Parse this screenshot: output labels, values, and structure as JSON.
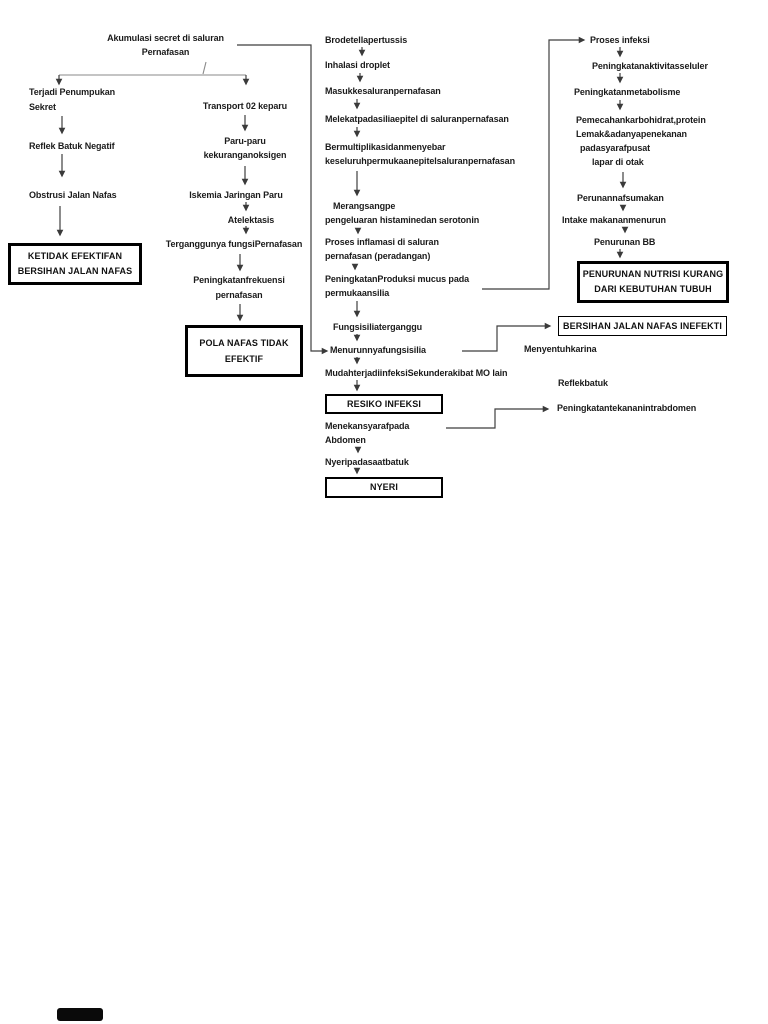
{
  "page": {
    "background": "#ffffff",
    "text_color": "#1b1b1b",
    "line_color": "#3f3f3f",
    "box_border_color": "#000000"
  },
  "nodes": {
    "akumulasi_sekret": {
      "lines": [
        "Akumulasi secret di saluran",
        "Pernafasan"
      ]
    },
    "terjadi_penumpukan": {
      "lines": [
        "Terjadi Penumpukan",
        "Sekret"
      ]
    },
    "reflek_batuk_negatif": {
      "text": "Reflek Batuk Negatif"
    },
    "obstruksi_jalan_nafas": {
      "text": "Obstrusi Jalan Nafas"
    },
    "ketidakefektifan_bersihan": {
      "lines": [
        "KETIDAK EFEKTIFAN",
        "BERSIHAN JALAN NAFAS"
      ]
    },
    "transport_o2": {
      "text": "Transport 02 keparu"
    },
    "paru_kekurangan_oksigen": {
      "lines": [
        "Paru-paru",
        "kekuranganoksigen"
      ]
    },
    "iskemia_jaringan_paru": {
      "text": "Iskemia Jaringan Paru"
    },
    "atelektasis": {
      "text": "Atelektasis"
    },
    "terganggunya_fungsi": {
      "text": "Terganggunya fungsiPernafasan"
    },
    "peningkatan_frekuensi": {
      "lines": [
        "Peningkatanfrekuensi",
        "pernafasan"
      ]
    },
    "pola_nafas_tidak_efektif": {
      "lines": [
        "POLA NAFAS TIDAK",
        "EFEKTIF"
      ]
    },
    "bordetella_pertussis": {
      "text": "Brodetellapertussis"
    },
    "inhalasi_droplet": {
      "text": "Inhalasi droplet"
    },
    "masuk_saluran": {
      "text": "Masukkesaluranpernafasan"
    },
    "melekat_silia": {
      "text": "Melekatpadasiliaepitel di saluranpernafasan"
    },
    "bermultiplikasi": {
      "lines": [
        "Bermultiplikasidanmenyebar",
        "keseluruhpermukaanepitelsaluranpernafasan"
      ]
    },
    "merangsang_pengeluaran": {
      "lines": [
        "Merangsangpe",
        "pengeluaran histaminedan serotonin"
      ]
    },
    "proses_inflamasi": {
      "lines": [
        "Proses inflamasi di saluran",
        "pernafasan (peradangan)"
      ]
    },
    "peningkatan_mucus": {
      "lines": [
        "PeningkatanProduksi mucus pada",
        "permukaansilia"
      ]
    },
    "fungsi_silia_terganggu": {
      "text": "Fungsisiliaterganggu"
    },
    "menurun_fungsi_silia": {
      "text": "Menurunnyafungsisilia"
    },
    "mudah_infeksi_sekunder": {
      "text": "MudahterjadiinfeksiSekunderakibat MO lain"
    },
    "resiko_infeksi": {
      "text": "RESIKO INFEKSI"
    },
    "menekan_syaraf_abdomen": {
      "lines": [
        "Menekansyarafpada",
        "Abdomen"
      ]
    },
    "nyeri_saat_batuk": {
      "text": "Nyeripadasaatbatuk"
    },
    "nyeri": {
      "text": "NYERI"
    },
    "proses_infeksi": {
      "text": "Proses infeksi"
    },
    "peningkatan_aktivitas_seluler": {
      "text": "Peningkatanaktivitasseluler"
    },
    "peningkatan_metabolisme": {
      "text": "Peningkatanmetabolisme"
    },
    "pemecahan_karbohidrat": {
      "lines": [
        "Pemecahankarbohidrat,protein",
        "Lemak&adanyapenekanan",
        "padasyarafpusat",
        "lapar di otak"
      ]
    },
    "penurunan_nafsu_makan": {
      "text": "Perunannafsumakan"
    },
    "intake_makanan_menurun": {
      "text": "Intake makananmenurun"
    },
    "penurunan_bb": {
      "text": "Penurunan BB"
    },
    "penurunan_nutrisi": {
      "lines": [
        "PENURUNAN NUTRISI KURANG",
        "DARI KEBUTUHAN TUBUH"
      ]
    },
    "bersihan_jalan_nafas_inefektif": {
      "text": "BERSIHAN JALAN NAFAS INEFEKTI"
    },
    "menyentuh_karina": {
      "text": "Menyentuhkarina"
    },
    "reflek_batuk": {
      "text": "Reflekbatuk"
    },
    "peningkatan_tekanan_intrabdomen": {
      "text": "Peningkatantekananintrabdomen"
    }
  }
}
